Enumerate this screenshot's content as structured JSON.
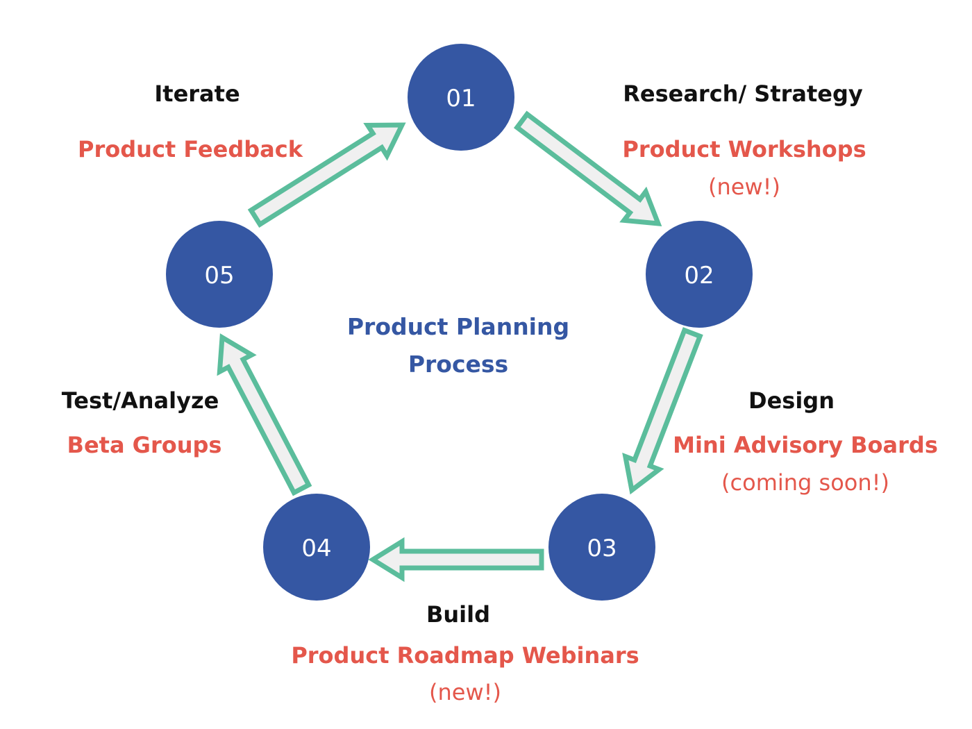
{
  "colors": {
    "node_fill": "#3557a3",
    "node_text": "#ffffff",
    "center_title": "#3557a3",
    "stage_text": "#111111",
    "program_text": "#e4574b",
    "arrow_stroke": "#5bbd9c",
    "arrow_fill": "#f0f0f0",
    "background": "#ffffff"
  },
  "center": {
    "title_line1": "Product Planning",
    "title_line2": "Process"
  },
  "nodes": [
    {
      "label": "01",
      "stage": "Research/ Strategy",
      "program": "Product Workshops",
      "note": "(new!)"
    },
    {
      "label": "02",
      "stage": "Design",
      "program": "Mini Advisory Boards",
      "note": "(coming soon!)"
    },
    {
      "label": "03",
      "stage": "Build",
      "program": "Product Roadmap Webinars",
      "note": "(new!)"
    },
    {
      "label": "04",
      "stage": "Test/Analyze",
      "program": "Beta Groups",
      "note": ""
    },
    {
      "label": "05",
      "stage": "Iterate",
      "program": "Product Feedback",
      "note": ""
    }
  ]
}
